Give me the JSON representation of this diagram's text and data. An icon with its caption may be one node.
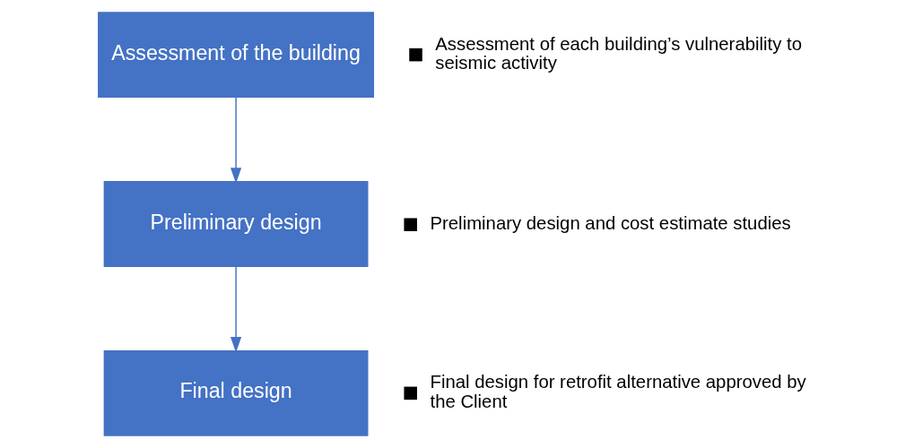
{
  "diagram": {
    "nodes": [
      {
        "text": [
          "Assessment of the building"
        ],
        "beside": [
          "Assessment of each building’s vulnerability to seismic activity"
        ]
      },
      {
        "text": [
          "Preliminary design"
        ],
        "beside": [
          "Preliminary design and cost estimate studies"
        ]
      },
      {
        "text": [
          "Final design"
        ],
        "beside": [
          "Final design for retrofit alternative approved by the Client"
        ]
      }
    ],
    "edges": [
      {
        "from": 0,
        "to": 1,
        "arrow": "to"
      },
      {
        "from": 1,
        "to": 2,
        "arrow": "to"
      }
    ]
  }
}
